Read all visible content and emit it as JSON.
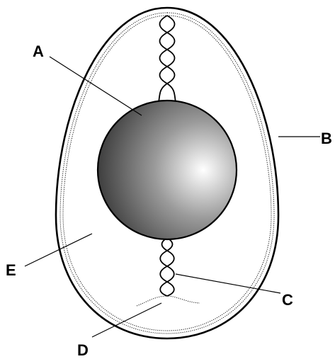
{
  "diagram": {
    "labels": {
      "a": "A",
      "b": "B",
      "c": "C",
      "d": "D",
      "e": "E"
    },
    "colors": {
      "line": "#000000",
      "background": "#ffffff",
      "yolk_light": "#ffffff",
      "yolk_mid": "#9a9a9a",
      "yolk_dark": "#3a3a3a"
    }
  }
}
